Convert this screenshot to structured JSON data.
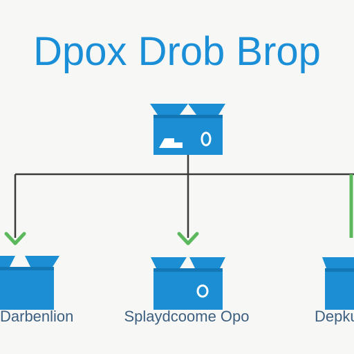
{
  "title": "Dpox Drob Brop",
  "nodes": {
    "root": {
      "icon": "box-icon"
    },
    "left": {
      "icon": "box-icon",
      "label": "Darbenlion"
    },
    "middle": {
      "icon": "box-icon",
      "label": "Splaydcoome Opo"
    },
    "right": {
      "icon": "box-icon",
      "label": "Depkup"
    }
  },
  "colors": {
    "accent": "#1a8fd8",
    "box": "#1b8ed4",
    "box_dark": "#1477b5",
    "connector": "#3a3a3a",
    "arrow": "#5cb85c",
    "label": "#3d5f80",
    "background": "#f7f7f5"
  }
}
